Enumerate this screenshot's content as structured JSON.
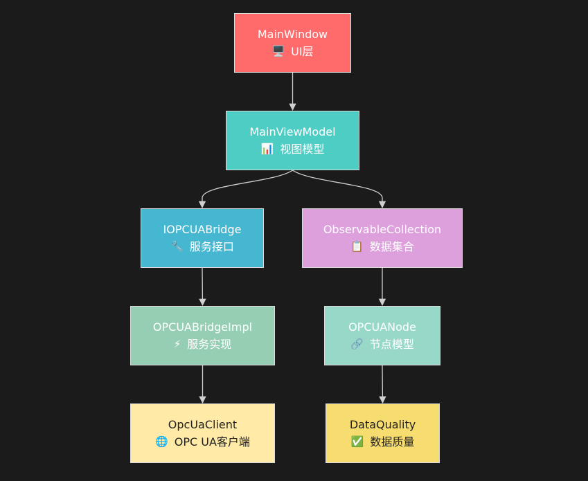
{
  "diagram": {
    "nodes": [
      {
        "id": "main_window",
        "title": "MainWindow",
        "icon": "🖥️",
        "icon_name": "monitor-icon",
        "label": "UI层",
        "color": "#ff6b6b"
      },
      {
        "id": "main_view_model",
        "title": "MainViewModel",
        "icon": "📊",
        "icon_name": "bar-chart-icon",
        "label": "视图模型",
        "color": "#4ecdc4"
      },
      {
        "id": "iopcua_bridge",
        "title": "IOPCUABridge",
        "icon": "🔧",
        "icon_name": "wrench-icon",
        "label": "服务接口",
        "color": "#45b7d1"
      },
      {
        "id": "observable_collection",
        "title": "ObservableCollection",
        "icon": "📋",
        "icon_name": "clipboard-icon",
        "label": "数据集合",
        "color": "#dda0dd"
      },
      {
        "id": "opcua_bridge_impl",
        "title": "OPCUABridgeImpl",
        "icon": "⚡",
        "icon_name": "lightning-icon",
        "label": "服务实现",
        "color": "#96ceb4"
      },
      {
        "id": "opcua_node",
        "title": "OPCUANode",
        "icon": "🔗",
        "icon_name": "link-icon",
        "label": "节点模型",
        "color": "#98d8c8"
      },
      {
        "id": "opc_ua_client",
        "title": "OpcUaClient",
        "icon": "🌐",
        "icon_name": "globe-icon",
        "label": "OPC UA客户端",
        "color": "#ffeaa7"
      },
      {
        "id": "data_quality",
        "title": "DataQuality",
        "icon": "✅",
        "icon_name": "check-mark-icon",
        "label": "数据质量",
        "color": "#f7dc6f"
      }
    ],
    "edges": [
      {
        "from": "main_window",
        "to": "main_view_model"
      },
      {
        "from": "main_view_model",
        "to": "iopcua_bridge"
      },
      {
        "from": "main_view_model",
        "to": "observable_collection"
      },
      {
        "from": "iopcua_bridge",
        "to": "opcua_bridge_impl"
      },
      {
        "from": "observable_collection",
        "to": "opcua_node"
      },
      {
        "from": "opcua_bridge_impl",
        "to": "opc_ua_client"
      },
      {
        "from": "opcua_node",
        "to": "data_quality"
      }
    ],
    "edge_color": "#d0d0d0"
  }
}
